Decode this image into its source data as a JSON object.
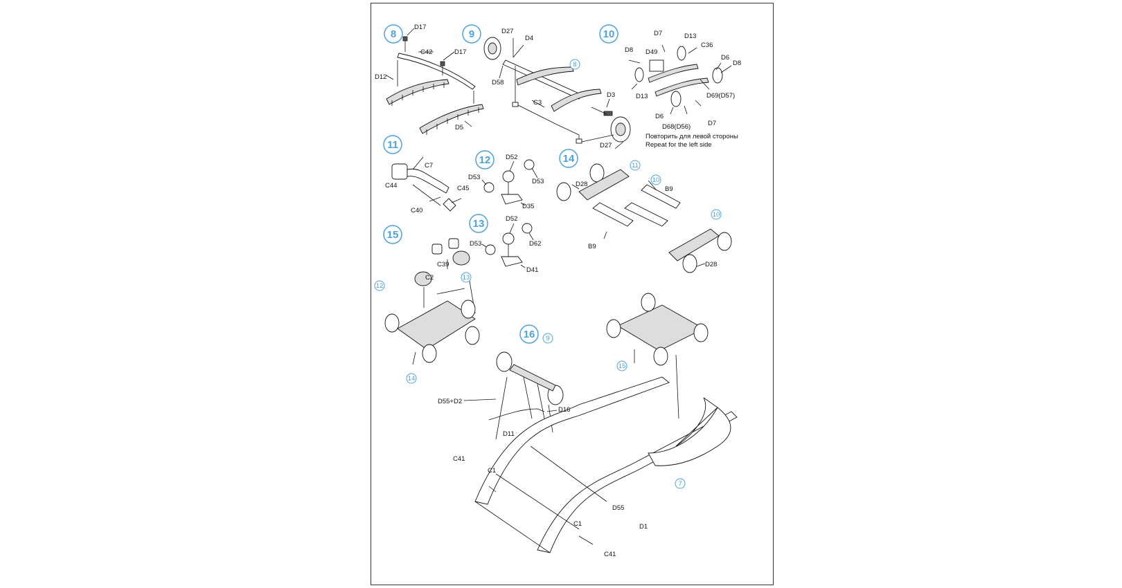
{
  "steps": {
    "s8": "8",
    "s9": "9",
    "s10": "10",
    "s11": "11",
    "s12": "12",
    "s13": "13",
    "s14": "14",
    "s15": "15",
    "s16": "16"
  },
  "refs": {
    "r9_8": "8",
    "r14_11": "11",
    "r14_10a": "10",
    "r14_10b": "10",
    "r15_12": "12",
    "r15_13": "13",
    "r15_14": "14",
    "r16_9": "9",
    "r16_15": "15",
    "r16_7": "7"
  },
  "labels": {
    "s8_d17a": "D17",
    "s8_c42": "C42",
    "s8_d17b": "D17",
    "s8_d12": "D12",
    "s8_d5": "D5",
    "s9_d27a": "D27",
    "s9_d4": "D4",
    "s9_d58": "D58",
    "s9_c3": "C3",
    "s9_d3": "D3",
    "s9_d27b": "D27",
    "s10_d7a": "D7",
    "s10_d13a": "D13",
    "s10_d8a": "D8",
    "s10_d49": "D49",
    "s10_c36": "C36",
    "s10_d6a": "D6",
    "s10_d8b": "D8",
    "s10_d13b": "D13",
    "s10_d69": "D69(D57)",
    "s10_d6b": "D6",
    "s10_d7b": "D7",
    "s10_d68": "D68(D56)",
    "s11_c7": "C7",
    "s11_c44": "C44",
    "s11_c45": "C45",
    "s11_c40": "C40",
    "s12_d52": "D52",
    "s12_d53a": "D53",
    "s12_d53b": "D53",
    "s12_d35": "D35",
    "s13_d52": "D52",
    "s13_d53": "D53",
    "s13_d62": "D62",
    "s13_d41": "D41",
    "s14_d28a": "D28",
    "s14_b9a": "B9",
    "s14_b9b": "B9",
    "s14_d28b": "D28",
    "s15_c39": "C39",
    "s15_c2": "C2",
    "s16_d55d2": "D55+D2",
    "s16_d16": "D16",
    "s16_d11": "D11",
    "s16_c41a": "C41",
    "s16_c1a": "C1",
    "s16_d55": "D55",
    "s16_d1": "D1",
    "s16_c1b": "C1",
    "s16_c41b": "C41"
  },
  "notes": {
    "repeat_ru": "Повторить для левой стороны",
    "repeat_en": "Repeat for the left side"
  },
  "colors": {
    "step_circle": "#4aa3df",
    "ink": "#111111",
    "border": "#333333"
  }
}
